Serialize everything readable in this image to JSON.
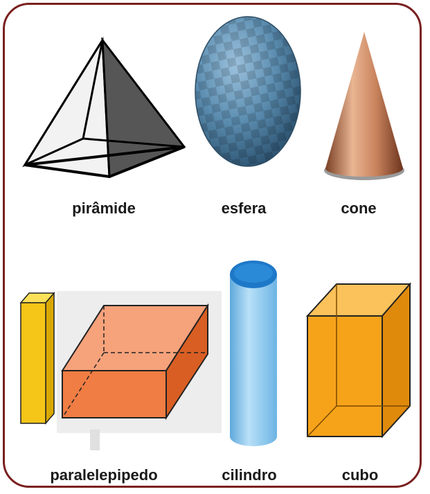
{
  "shapes": {
    "piramide": {
      "label": "pirâmide"
    },
    "esfera": {
      "label": "esfera"
    },
    "cone": {
      "label": "cone"
    },
    "paralelepipedo": {
      "label": "paralelepipedo"
    },
    "cilindro": {
      "label": "cilindro"
    },
    "cubo": {
      "label": "cubo"
    }
  },
  "colors": {
    "frame": "#7a1f1f",
    "pyramid_dark": "#555555",
    "pyramid_light": "#e8e8e8",
    "sphere": "#5b8db0",
    "cone": "#c88a66",
    "box_orange": "#f07d43",
    "box_yellow": "#f5c518",
    "cylinder": "#8cc8ef",
    "cylinder_top": "#1e78c8",
    "cube": "#f7a31a"
  }
}
